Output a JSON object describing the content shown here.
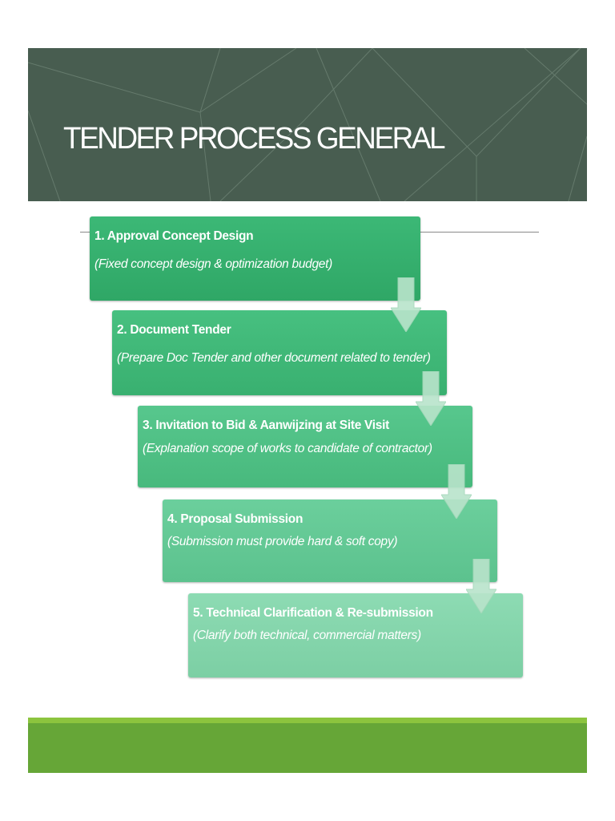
{
  "slide": {
    "title": "TENDER PROCESS GENERAL"
  },
  "colors": {
    "header_background": "#485d50",
    "step_1": "#34ad6c",
    "step_2": "#41b778",
    "step_3": "#50c085",
    "step_4": "#64c996",
    "step_5": "#85d5ac",
    "arrow": "#b9e4cb",
    "footer": "#66a637",
    "footer_accent": "#8cc43e"
  },
  "steps": [
    {
      "title": "1. Approval Concept Design",
      "description": "(Fixed concept design & optimization budget)"
    },
    {
      "title": "2. Document Tender",
      "description": "(Prepare Doc Tender and other document related to tender)"
    },
    {
      "title": "3. Invitation to Bid & Aanwijzing at Site Visit",
      "description": "(Explanation scope of works to candidate of contractor)"
    },
    {
      "title": "4. Proposal Submission",
      "description": "(Submission must provide hard & soft copy)"
    },
    {
      "title": "5. Technical Clarification & Re-submission",
      "description": "(Clarify both technical, commercial matters)"
    }
  ],
  "icons": {
    "step_connector": "down-arrow-icon"
  }
}
